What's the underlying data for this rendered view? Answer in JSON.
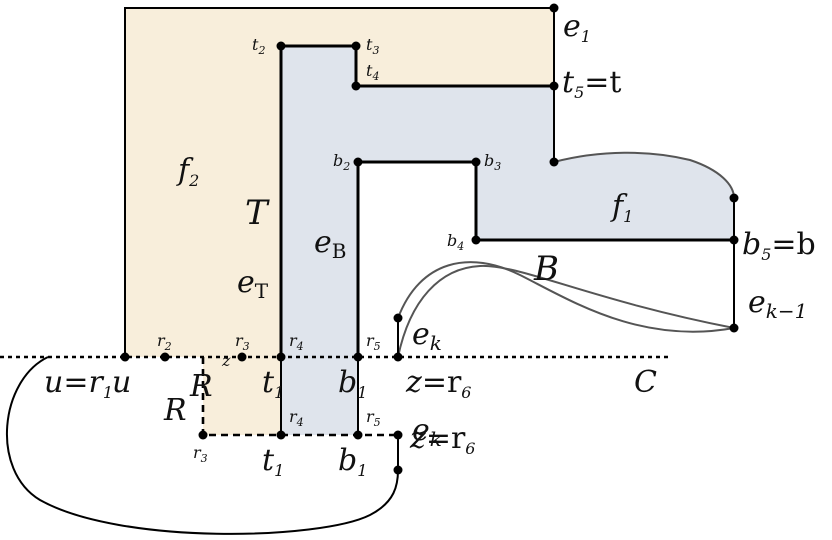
{
  "colors": {
    "region_f2": "#f8eedb",
    "region_f1": "#dfe4ec",
    "ink": "#000000",
    "curve": "#555555"
  },
  "labels": {
    "e1": {
      "base": "e",
      "sub": "1"
    },
    "t5": {
      "base": "t",
      "sub": "5",
      "rest": "=t"
    },
    "f2": {
      "base": "f",
      "sub": "2"
    },
    "f1": {
      "base": "f",
      "sub": "1"
    },
    "T": "T",
    "eB": {
      "base": "e",
      "sub": "B"
    },
    "eT": {
      "base": "e",
      "sub": "T"
    },
    "B": "B",
    "b5": {
      "base": "b",
      "sub": "5",
      "rest": "=b"
    },
    "ek1": {
      "base": "e",
      "sub": "k−1"
    },
    "ek": {
      "base": "e",
      "sub": "k"
    },
    "C": "C",
    "u": {
      "base": "u=r",
      "sub": "1",
      "overlay": "u"
    },
    "R_top": "R",
    "R_bot": "R",
    "t1_top": {
      "base": "t",
      "sub": "1"
    },
    "b1_top": {
      "base": "b",
      "sub": "1"
    },
    "z_top": {
      "base": "z",
      "rest": "=r",
      "sub": "6"
    },
    "t1_bot": {
      "base": "t",
      "sub": "1"
    },
    "b1_bot": {
      "base": "b",
      "sub": "1"
    },
    "z_bot": {
      "base": "z",
      "overlay": "e",
      "overlay_sub": "k",
      "rest": "=r",
      "sub": "6"
    }
  },
  "small_labels": {
    "t2": {
      "base": "t",
      "sub": "2"
    },
    "t3": {
      "base": "t",
      "sub": "3"
    },
    "t4": {
      "base": "t",
      "sub": "4"
    },
    "b2": {
      "base": "b",
      "sub": "2"
    },
    "b3": {
      "base": "b",
      "sub": "3"
    },
    "b4": {
      "base": "b",
      "sub": "4"
    },
    "r2": {
      "base": "r",
      "sub": "2"
    },
    "r3_top": {
      "base": "r",
      "sub": "3"
    },
    "r4_top": {
      "base": "r",
      "sub": "4"
    },
    "r5_top": {
      "base": "r",
      "sub": "5"
    },
    "r4_bot": {
      "base": "r",
      "sub": "4"
    },
    "r5_bot": {
      "base": "r",
      "sub": "5"
    },
    "r3_bot": {
      "base": "r",
      "sub": "3"
    },
    "z_small": {
      "base": "z"
    }
  }
}
